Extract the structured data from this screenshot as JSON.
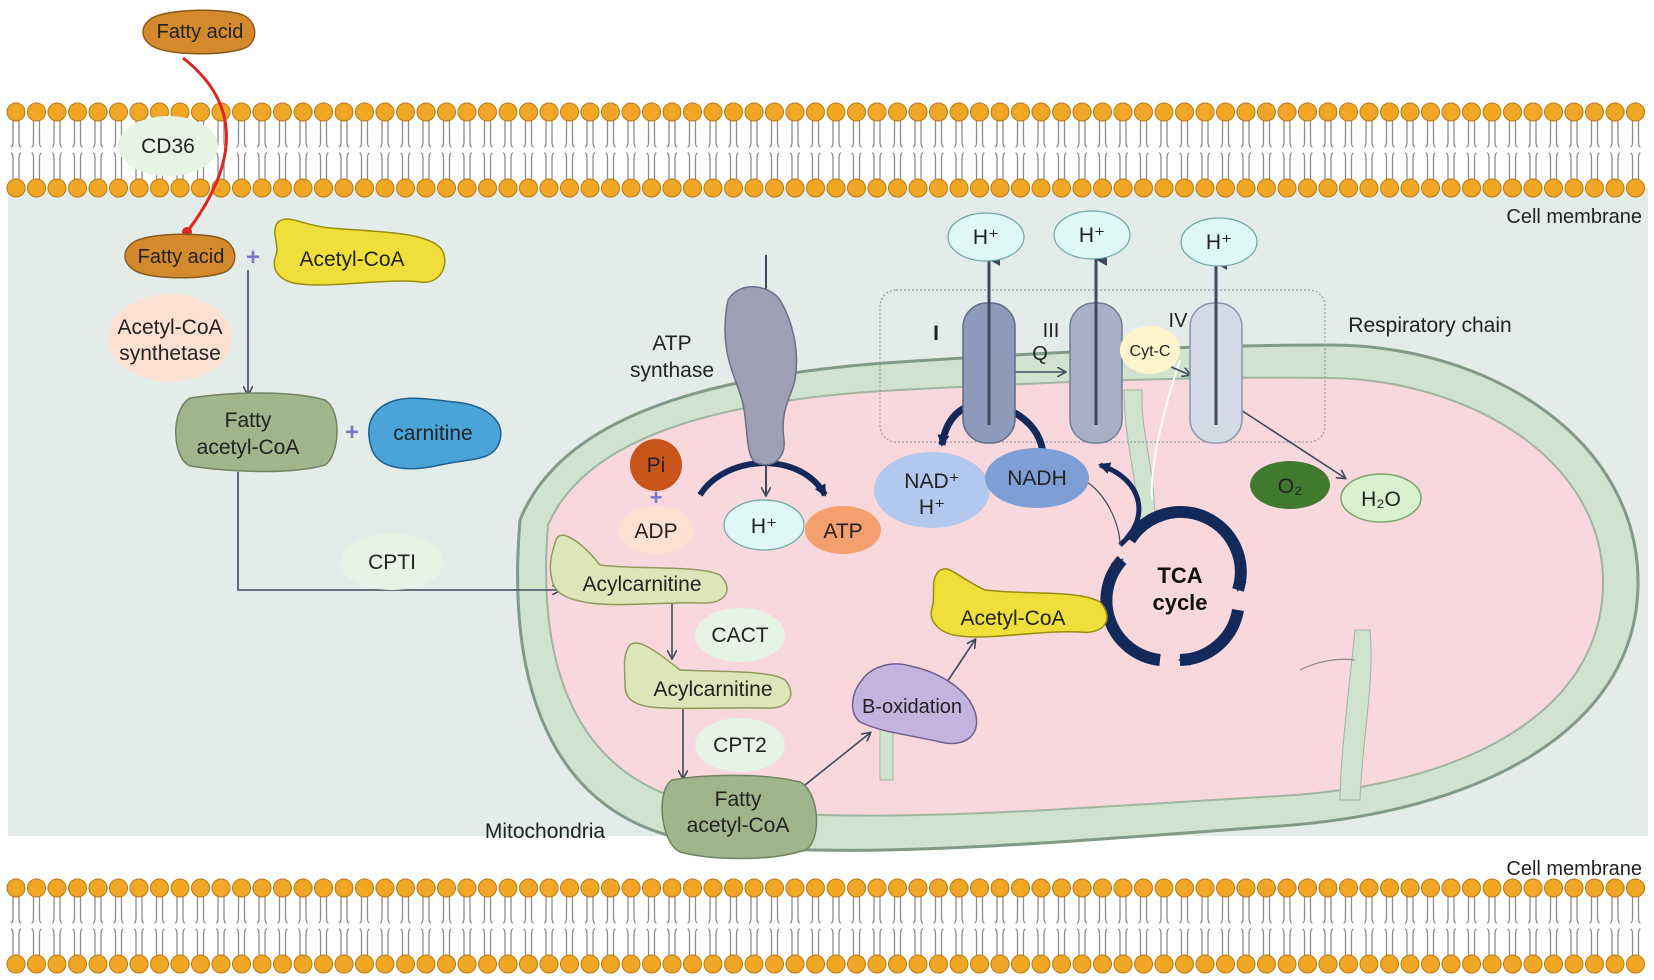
{
  "labels": {
    "fatty_acid_top": "Fatty acid",
    "cd36": "CD36",
    "cell_membrane_top": "Cell membrane",
    "cell_membrane_bottom": "Cell membrane",
    "fatty_acid": "Fatty acid",
    "plus_1": "+",
    "acetyl_coa_top": "Acetyl-CoA",
    "acs_line1": "Acetyl-CoA",
    "acs_line2": "synthetase",
    "fatty_acyl_coa_1_line1": "Fatty",
    "fatty_acyl_coa_1_line2": "acetyl-CoA",
    "plus_2": "+",
    "carnitine": "carnitine",
    "cpt1": "CPTI",
    "atp_synthase_line1": "ATP",
    "atp_synthase_line2": "synthase",
    "pi": "Pi",
    "plus_3": "+",
    "adp": "ADP",
    "h_mid": "H⁺",
    "atp": "ATP",
    "complex_i": "I",
    "complex_iii": "III",
    "complex_iv": "IV",
    "q": "Q",
    "cyt_c": "Cyt-C",
    "respiratory_chain": "Respiratory chain",
    "h_top_1": "H⁺",
    "h_top_2": "H⁺",
    "h_top_3": "H⁺",
    "nad_line1": "NAD⁺",
    "nad_line2": "H⁺",
    "nadh": "NADH",
    "o2": "O₂",
    "h2o": "H₂O",
    "tca_line1": "TCA",
    "tca_line2": "cycle",
    "acylcarnitine_1": "Acylcarnitine",
    "cact": "CACT",
    "acylcarnitine_2": "Acylcarnitine",
    "cpt2": "CPT2",
    "fatty_acyl_coa_2_line1": "Fatty",
    "fatty_acyl_coa_2_line2": "acetyl-CoA",
    "b_oxidation": "B-oxidation",
    "acetyl_coa_mito": "Acetyl-CoA",
    "mitochondria": "Mitochondria"
  },
  "colors": {
    "cytoplasm": "#e4ecea",
    "lipid_head": "#f2a626",
    "lipid_tail": "#8c8c8c",
    "mito_outer": "#cfe3cf",
    "mito_matrix": "#f8d8dc",
    "fatty_acid": "#d48a2c",
    "acetyl_coa": "#f0df3a",
    "green_node": "#9fb58c",
    "carnitine": "#4aa3d9",
    "acyl_node": "#dde6b8",
    "enzyme_bg": "#e5f4e3",
    "peach": "#fce1d2",
    "h_ion": "#dff7f5",
    "atp_orange": "#f3a06e",
    "pi": "#c8541b",
    "nad": "#b3c8ee",
    "nadh": "#7e9fd6",
    "o2": "#3f7a2f",
    "h2o": "#d9f0cf",
    "complex": "#8d9ab9",
    "arrow": "#3d4a5e",
    "dark_arrow": "#13295a",
    "red_arrow": "#e0261f"
  }
}
